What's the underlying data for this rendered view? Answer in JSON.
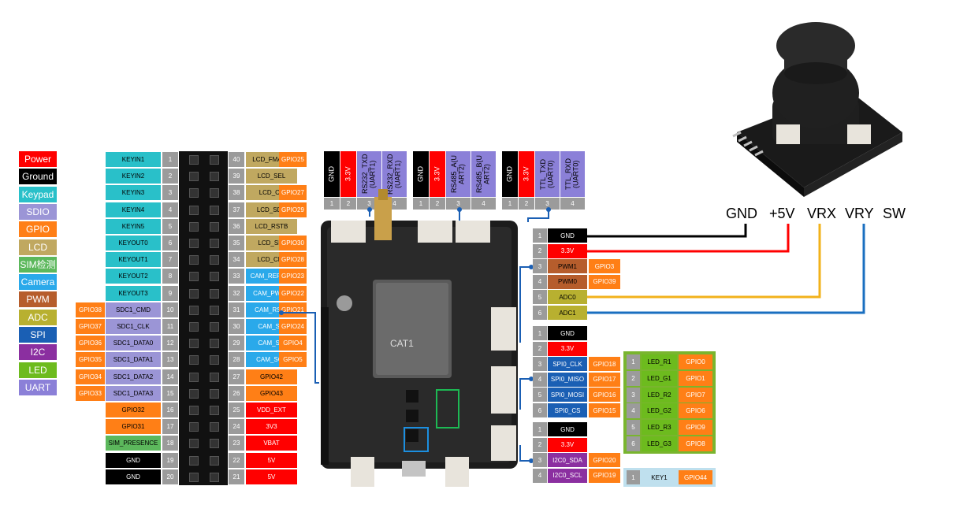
{
  "legend": [
    "Power",
    "Ground",
    "Keypad",
    "SDIO",
    "GPIO",
    "LCD",
    "SIM检测",
    "Camera",
    "PWM",
    "ADC",
    "SPI",
    "I2C",
    "LED",
    "UART"
  ],
  "colors": {
    "power": "#ff0000",
    "ground": "#000000",
    "keypad": "#29c0c9",
    "sdio": "#9b95d6",
    "gpio": "#ff7f16",
    "lcd": "#c0a860",
    "sim": "#5cb85c",
    "camera": "#2aa9ea",
    "pwm": "#b65d2c",
    "adc": "#b8b030",
    "spi": "#1a5fb4",
    "i2c": "#8b2fa0",
    "led": "#6dbb1e",
    "uart": "#8b80d8",
    "num": "#9b9b9b"
  },
  "header": {
    "left_pins": [
      {
        "n": "1",
        "label": "KEYIN1",
        "gpio": ""
      },
      {
        "n": "2",
        "label": "KEYIN2",
        "gpio": ""
      },
      {
        "n": "3",
        "label": "KEYIN3",
        "gpio": ""
      },
      {
        "n": "4",
        "label": "KEYIN4",
        "gpio": ""
      },
      {
        "n": "5",
        "label": "KEYIN5",
        "gpio": ""
      },
      {
        "n": "6",
        "label": "KEYOUT0",
        "gpio": ""
      },
      {
        "n": "7",
        "label": "KEYOUT1",
        "gpio": ""
      },
      {
        "n": "8",
        "label": "KEYOUT2",
        "gpio": ""
      },
      {
        "n": "9",
        "label": "KEYOUT3",
        "gpio": ""
      },
      {
        "n": "10",
        "label": "SDC1_CMD",
        "gpio": "GPIO38"
      },
      {
        "n": "11",
        "label": "SDC1_CLK",
        "gpio": "GPIO37"
      },
      {
        "n": "12",
        "label": "SDC1_DATA0",
        "gpio": "GPIO36"
      },
      {
        "n": "13",
        "label": "SDC1_DATA1",
        "gpio": "GPIO35"
      },
      {
        "n": "14",
        "label": "SDC1_DATA2",
        "gpio": "GPIO34"
      },
      {
        "n": "15",
        "label": "SDC1_DATA3",
        "gpio": "GPIO33"
      },
      {
        "n": "16",
        "label": "GPIO32",
        "gpio": ""
      },
      {
        "n": "17",
        "label": "GPIO31",
        "gpio": ""
      },
      {
        "n": "18",
        "label": "SIM_PRESENCE",
        "gpio": ""
      },
      {
        "n": "19",
        "label": "GND",
        "gpio": ""
      },
      {
        "n": "20",
        "label": "GND",
        "gpio": ""
      }
    ],
    "right_pins": [
      {
        "n": "40",
        "label": "LCD_FMARK",
        "gpio": "GPIO25"
      },
      {
        "n": "39",
        "label": "LCD_SEL",
        "gpio": ""
      },
      {
        "n": "38",
        "label": "LCD_CS",
        "gpio": "GPIO27"
      },
      {
        "n": "37",
        "label": "LCD_SDC",
        "gpio": "GPIO29"
      },
      {
        "n": "36",
        "label": "LCD_RSTB",
        "gpio": ""
      },
      {
        "n": "35",
        "label": "LCD_SIO",
        "gpio": "GPIO30"
      },
      {
        "n": "34",
        "label": "LCD_CLK",
        "gpio": "GPIO28"
      },
      {
        "n": "33",
        "label": "CAM_REFCLK",
        "gpio": "GPIO23"
      },
      {
        "n": "32",
        "label": "CAM_PWDN",
        "gpio": "GPIO22"
      },
      {
        "n": "31",
        "label": "CAM_RSTL",
        "gpio": "GPIO21"
      },
      {
        "n": "30",
        "label": "CAM_SI0",
        "gpio": "GPIO24"
      },
      {
        "n": "29",
        "label": "CAM_SI1",
        "gpio": "GPIO4"
      },
      {
        "n": "28",
        "label": "CAM_SCK",
        "gpio": "GPIO5"
      },
      {
        "n": "27",
        "label": "GPIO42",
        "gpio": ""
      },
      {
        "n": "26",
        "label": "GPIO43",
        "gpio": ""
      },
      {
        "n": "25",
        "label": "VDD_EXT",
        "gpio": ""
      },
      {
        "n": "24",
        "label": "3V3",
        "gpio": ""
      },
      {
        "n": "23",
        "label": "VBAT",
        "gpio": ""
      },
      {
        "n": "22",
        "label": "5V",
        "gpio": ""
      },
      {
        "n": "21",
        "label": "5V",
        "gpio": ""
      }
    ]
  },
  "top_connectors": [
    {
      "pins": [
        {
          "label": "GND",
          "n": "1"
        },
        {
          "label": "3.3V",
          "n": "2"
        },
        {
          "label": "RS232_TXD\n(UART1)",
          "n": "3"
        },
        {
          "label": "RS232_RXD\n(UART1)",
          "n": "4"
        }
      ]
    },
    {
      "pins": [
        {
          "label": "GND",
          "n": "1"
        },
        {
          "label": "3.3V",
          "n": "2"
        },
        {
          "label": "RS485_A(U\nART2)",
          "n": "3"
        },
        {
          "label": "RS485_B(U\nART2)",
          "n": "4"
        }
      ]
    },
    {
      "pins": [
        {
          "label": "GND",
          "n": "1"
        },
        {
          "label": "3.3V",
          "n": "2"
        },
        {
          "label": "TTL_TXD\n(UART0)",
          "n": "3"
        },
        {
          "label": "TTL_RXD\n(UART0)",
          "n": "4"
        }
      ]
    }
  ],
  "right_connectors": [
    {
      "pins": [
        {
          "n": "1",
          "label": "GND",
          "gpio": ""
        },
        {
          "n": "2",
          "label": "3.3V",
          "gpio": ""
        },
        {
          "n": "3",
          "label": "PWM1",
          "gpio": "GPIO3"
        },
        {
          "n": "4",
          "label": "PWM0",
          "gpio": "GPIO39"
        },
        {
          "n": "5",
          "label": "ADC0",
          "gpio": ""
        },
        {
          "n": "6",
          "label": "ADC1",
          "gpio": ""
        }
      ]
    },
    {
      "pins": [
        {
          "n": "1",
          "label": "GND",
          "gpio": ""
        },
        {
          "n": "2",
          "label": "3.3V",
          "gpio": ""
        },
        {
          "n": "3",
          "label": "SPI0_CLK",
          "gpio": "GPIO18"
        },
        {
          "n": "4",
          "label": "SPI0_MISO",
          "gpio": "GPIO17"
        },
        {
          "n": "5",
          "label": "SPI0_MOSI",
          "gpio": "GPIO16"
        },
        {
          "n": "6",
          "label": "SPI0_CS",
          "gpio": "GPIO15"
        }
      ]
    },
    {
      "pins": [
        {
          "n": "1",
          "label": "GND",
          "gpio": ""
        },
        {
          "n": "2",
          "label": "3.3V",
          "gpio": ""
        },
        {
          "n": "3",
          "label": "I2C0_SDA",
          "gpio": "GPIO20"
        },
        {
          "n": "4",
          "label": "I2C0_SCL",
          "gpio": "GPIO19"
        }
      ]
    }
  ],
  "led_table": [
    {
      "n": "1",
      "label": "LED_R1",
      "gpio": "GPIO0"
    },
    {
      "n": "2",
      "label": "LED_G1",
      "gpio": "GPIO1"
    },
    {
      "n": "3",
      "label": "LED_R2",
      "gpio": "GPIO7"
    },
    {
      "n": "4",
      "label": "LED_G2",
      "gpio": "GPIO6"
    },
    {
      "n": "5",
      "label": "LED_R3",
      "gpio": "GPIO9"
    },
    {
      "n": "6",
      "label": "LED_G3",
      "gpio": "GPIO8"
    }
  ],
  "key_table": {
    "n": "1",
    "label": "KEY1",
    "gpio": "GPIO44"
  },
  "joystick": {
    "labels": [
      "GND",
      "+5V",
      "VRX",
      "VRY",
      "SW"
    ]
  },
  "board": {
    "module_text": "CAT1"
  }
}
